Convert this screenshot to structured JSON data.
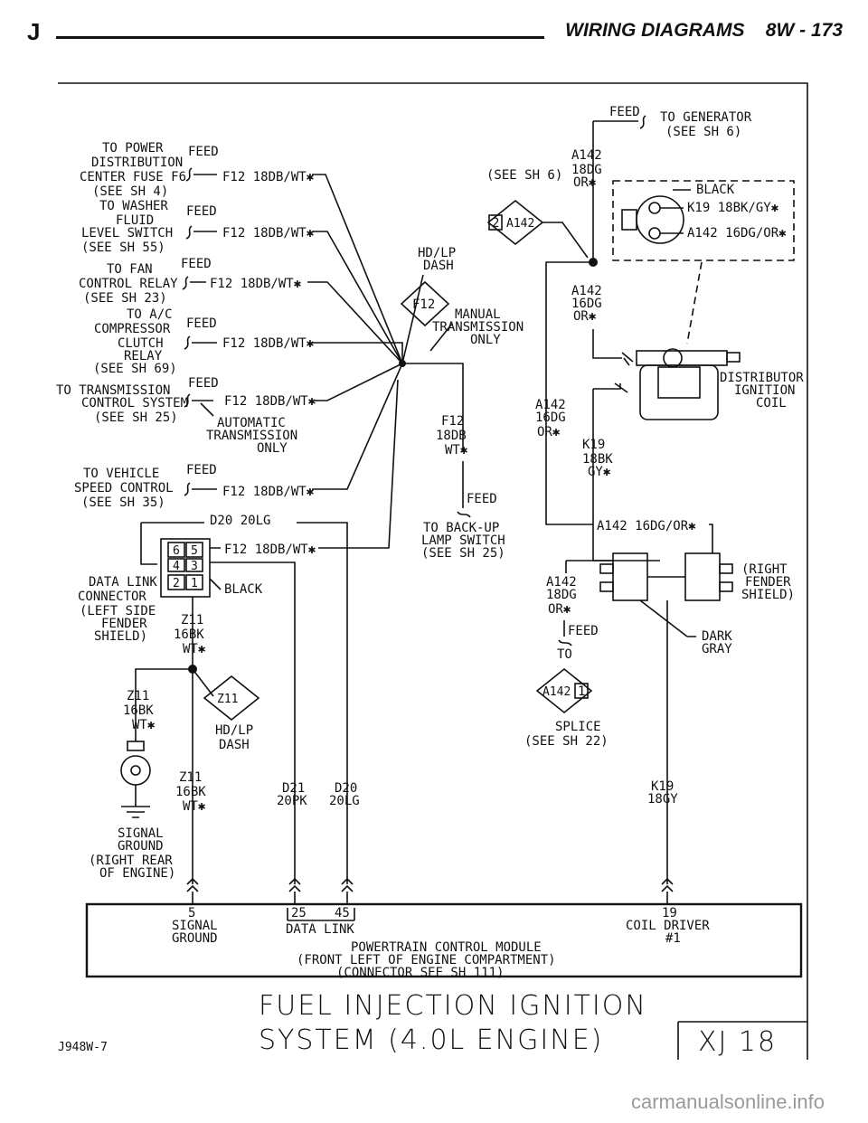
{
  "header": {
    "left": "J",
    "right": "WIRING DIAGRAMS    8W - 173"
  },
  "left_feeds": {
    "pdc": [
      "TO POWER",
      "DISTRIBUTION",
      "CENTER FUSE F6",
      "(SEE SH 4)"
    ],
    "pdc_feed": "FEED",
    "pdc_wire": "F12 18DB/WT✱",
    "washer": [
      "TO WASHER",
      "FLUID",
      "LEVEL SWITCH",
      "(SEE SH 55)"
    ],
    "washer_feed": "FEED",
    "washer_wire": "F12 18DB/WT✱",
    "fan": [
      "TO FAN",
      "CONTROL RELAY",
      "(SEE SH 23)"
    ],
    "fan_feed": "FEED",
    "fan_wire": "F12 18DB/WT✱",
    "ac": [
      "TO A/C",
      "COMPRESSOR",
      "CLUTCH",
      "RELAY",
      "(SEE SH 69)"
    ],
    "ac_feed": "FEED",
    "ac_wire": "F12 18DB/WT✱",
    "trans": [
      "TO TRANSMISSION",
      "CONTROL SYSTEM",
      "(SEE SH 25)"
    ],
    "trans_feed": "FEED",
    "trans_wire": "F12 18DB/WT✱",
    "auto_trans": [
      "AUTOMATIC",
      "TRANSMISSION",
      "ONLY"
    ],
    "speed": [
      "TO VEHICLE",
      "SPEED CONTROL",
      "(SEE SH 35)"
    ],
    "speed_feed": "FEED",
    "speed_wire": "F12 18DB/WT✱"
  },
  "center": {
    "hdlp_dash": [
      "HD/LP",
      "DASH"
    ],
    "f12_tag": "F12",
    "manual": [
      "MANUAL",
      "TRANSMISSION",
      "ONLY"
    ],
    "f12_wire": [
      "F12",
      "18DB",
      "WT✱"
    ],
    "feed": "FEED",
    "backup": [
      "TO BACK-UP",
      "LAMP SWITCH",
      "(SEE SH 25)"
    ]
  },
  "generator": {
    "feed": "FEED",
    "to_gen": [
      "TO GENERATOR",
      "(SEE SH 6)"
    ],
    "see_sh6": "(SEE SH 6)",
    "a142_top": [
      "A142",
      "18DG",
      "OR✱"
    ],
    "tag": "2",
    "tag_code": "A142",
    "black": "BLACK",
    "k19": "K19 18BK/GY✱",
    "a142_conn": "A142 16DG/OR✱"
  },
  "ignition": {
    "a142_mid": [
      "A142",
      "16DG",
      "OR✱"
    ],
    "a142_low": [
      "A142",
      "16DG",
      "OR✱"
    ],
    "k19": [
      "K19",
      "18BK",
      "GY✱"
    ],
    "coil": [
      "DISTRIBUTOR",
      "IGNITION",
      "COIL"
    ],
    "a142_run": "A142 16DG/OR✱",
    "fender": [
      "(RIGHT",
      "FENDER",
      "SHIELD)"
    ],
    "a142_splice": [
      "A142",
      "18DG",
      "OR✱"
    ],
    "feed": "FEED",
    "to": "TO",
    "splice_tag": "A142",
    "splice_num": "1",
    "splice": [
      "SPLICE",
      "(SEE SH 22)"
    ],
    "dark_gray": [
      "DARK",
      "GRAY"
    ],
    "k19_bottom": [
      "K19",
      "18GY"
    ]
  },
  "dlc": {
    "d20_top": "D20 20LG",
    "wire": "F12 18DB/WT✱",
    "label": [
      "DATA LINK",
      "CONNECTOR",
      "(LEFT SIDE",
      "FENDER",
      "SHIELD)"
    ],
    "black": "BLACK",
    "pins": [
      "6",
      "5",
      "4",
      "3",
      "2",
      "1"
    ],
    "z11_a": [
      "Z11",
      "16BK",
      "WT✱"
    ],
    "z11_b": [
      "Z11",
      "16BK",
      "WT✱"
    ],
    "z11_tag": "Z11",
    "hdlp": [
      "HD/LP",
      "DASH"
    ],
    "z11_c": [
      "Z11",
      "16BK",
      "WT✱"
    ],
    "d21": [
      "D21",
      "20PK"
    ],
    "d20": [
      "D20",
      "20LG"
    ],
    "ground": [
      "SIGNAL",
      "GROUND",
      "(RIGHT REAR",
      "OF ENGINE)"
    ]
  },
  "pcm": {
    "pin5": "5",
    "pin5_label": [
      "SIGNAL",
      "GROUND"
    ],
    "pin25": "25",
    "pin45": "45",
    "datalink": "DATA LINK",
    "pin19": "19",
    "coil_driver": [
      "COIL DRIVER",
      "#1"
    ],
    "module": [
      "POWERTRAIN CONTROL MODULE",
      "(FRONT LEFT OF ENGINE COMPARTMENT)",
      "(CONNECTOR SEE SH 111)"
    ]
  },
  "footer": {
    "title1": "FUEL INJECTION IGNITION",
    "title2": "SYSTEM (4.0L ENGINE)",
    "fig": "J948W-7",
    "page": "XJ 18",
    "watermark": "carmanualsonline.info"
  }
}
